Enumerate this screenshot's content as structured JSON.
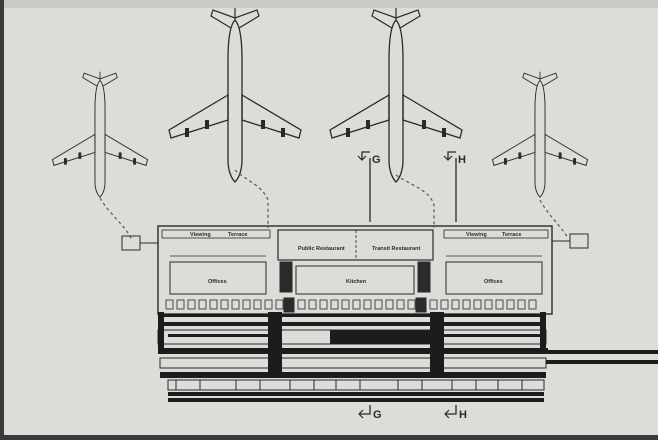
{
  "drawing": {
    "labels": {
      "viewing_terrace_left": [
        "Viewing",
        "Terrace"
      ],
      "viewing_terrace_right": [
        "Viewing",
        "Terrace"
      ],
      "public_restaurant": "Public Restaurant",
      "transit_restaurant": "Transit Restaurant",
      "offices_left": "Offices",
      "offices_right": "Offices",
      "kitchen": "Kitchen"
    },
    "section_markers": {
      "top_g": "G",
      "top_h": "H",
      "bottom_g": "G",
      "bottom_h": "H"
    },
    "colors": {
      "paper": "#dcdcd8",
      "ink": "#2a2a2a",
      "dark_band": "#1c1c1c"
    }
  }
}
